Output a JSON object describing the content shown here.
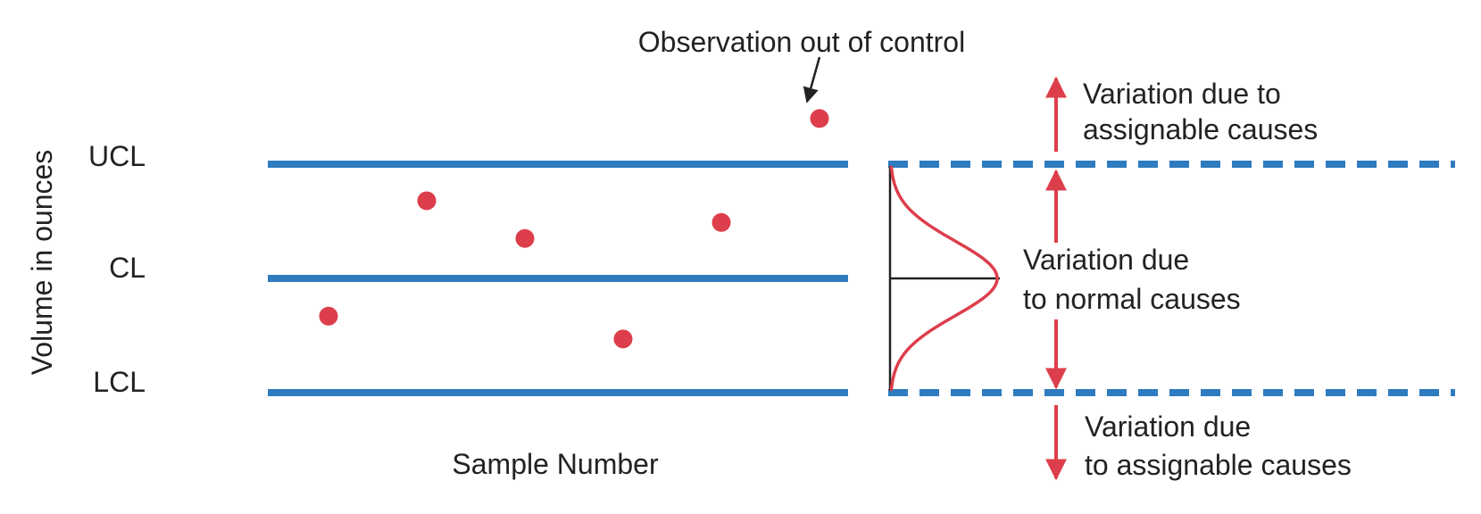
{
  "diagram": {
    "ylabel": "Volume in ounces",
    "xlabel": "Sample Number",
    "limits": {
      "ucl": "UCL",
      "cl": "CL",
      "lcl": "LCL"
    },
    "annotations": {
      "out_of_control": "Observation out of control",
      "upper_line1": "Variation due to",
      "upper_line2": "assignable causes",
      "middle_line1": "Variation due",
      "middle_line2": "to normal causes",
      "lower_line1": "Variation due",
      "lower_line2": "to assignable causes"
    },
    "observations": [
      {
        "sample": 1,
        "position": -0.33
      },
      {
        "sample": 2,
        "position": 0.68
      },
      {
        "sample": 3,
        "position": 0.35
      },
      {
        "sample": 4,
        "position": -0.53
      },
      {
        "sample": 5,
        "position": 0.49
      },
      {
        "sample": 6,
        "position": 1.4
      }
    ],
    "colors": {
      "limit_line": "#2f7bbf",
      "point": "#dd3e4b",
      "arrow": "#dd3e4b",
      "curve": "#dd3e4b",
      "text": "#222222",
      "axis": "#222222"
    }
  }
}
